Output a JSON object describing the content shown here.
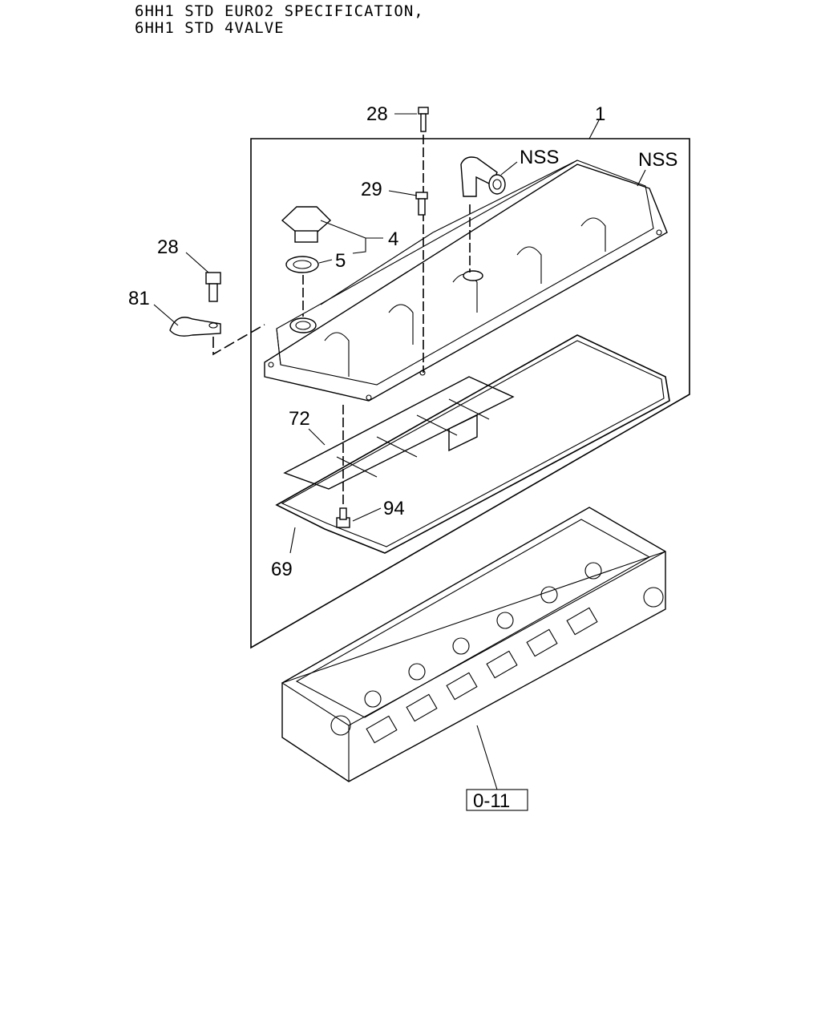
{
  "header": {
    "line1": "6HH1 STD EURO2 SPECIFICATION,",
    "line2": "6HH1 STD 4VALVE"
  },
  "callouts": {
    "c1": "1",
    "c28_top": "28",
    "c29": "29",
    "c4": "4",
    "c5": "5",
    "c28_left": "28",
    "c81": "81",
    "nss_elbow": "NSS",
    "nss_cover": "NSS",
    "c72": "72",
    "c94": "94",
    "c69": "69",
    "ref_box": "0-11"
  }
}
